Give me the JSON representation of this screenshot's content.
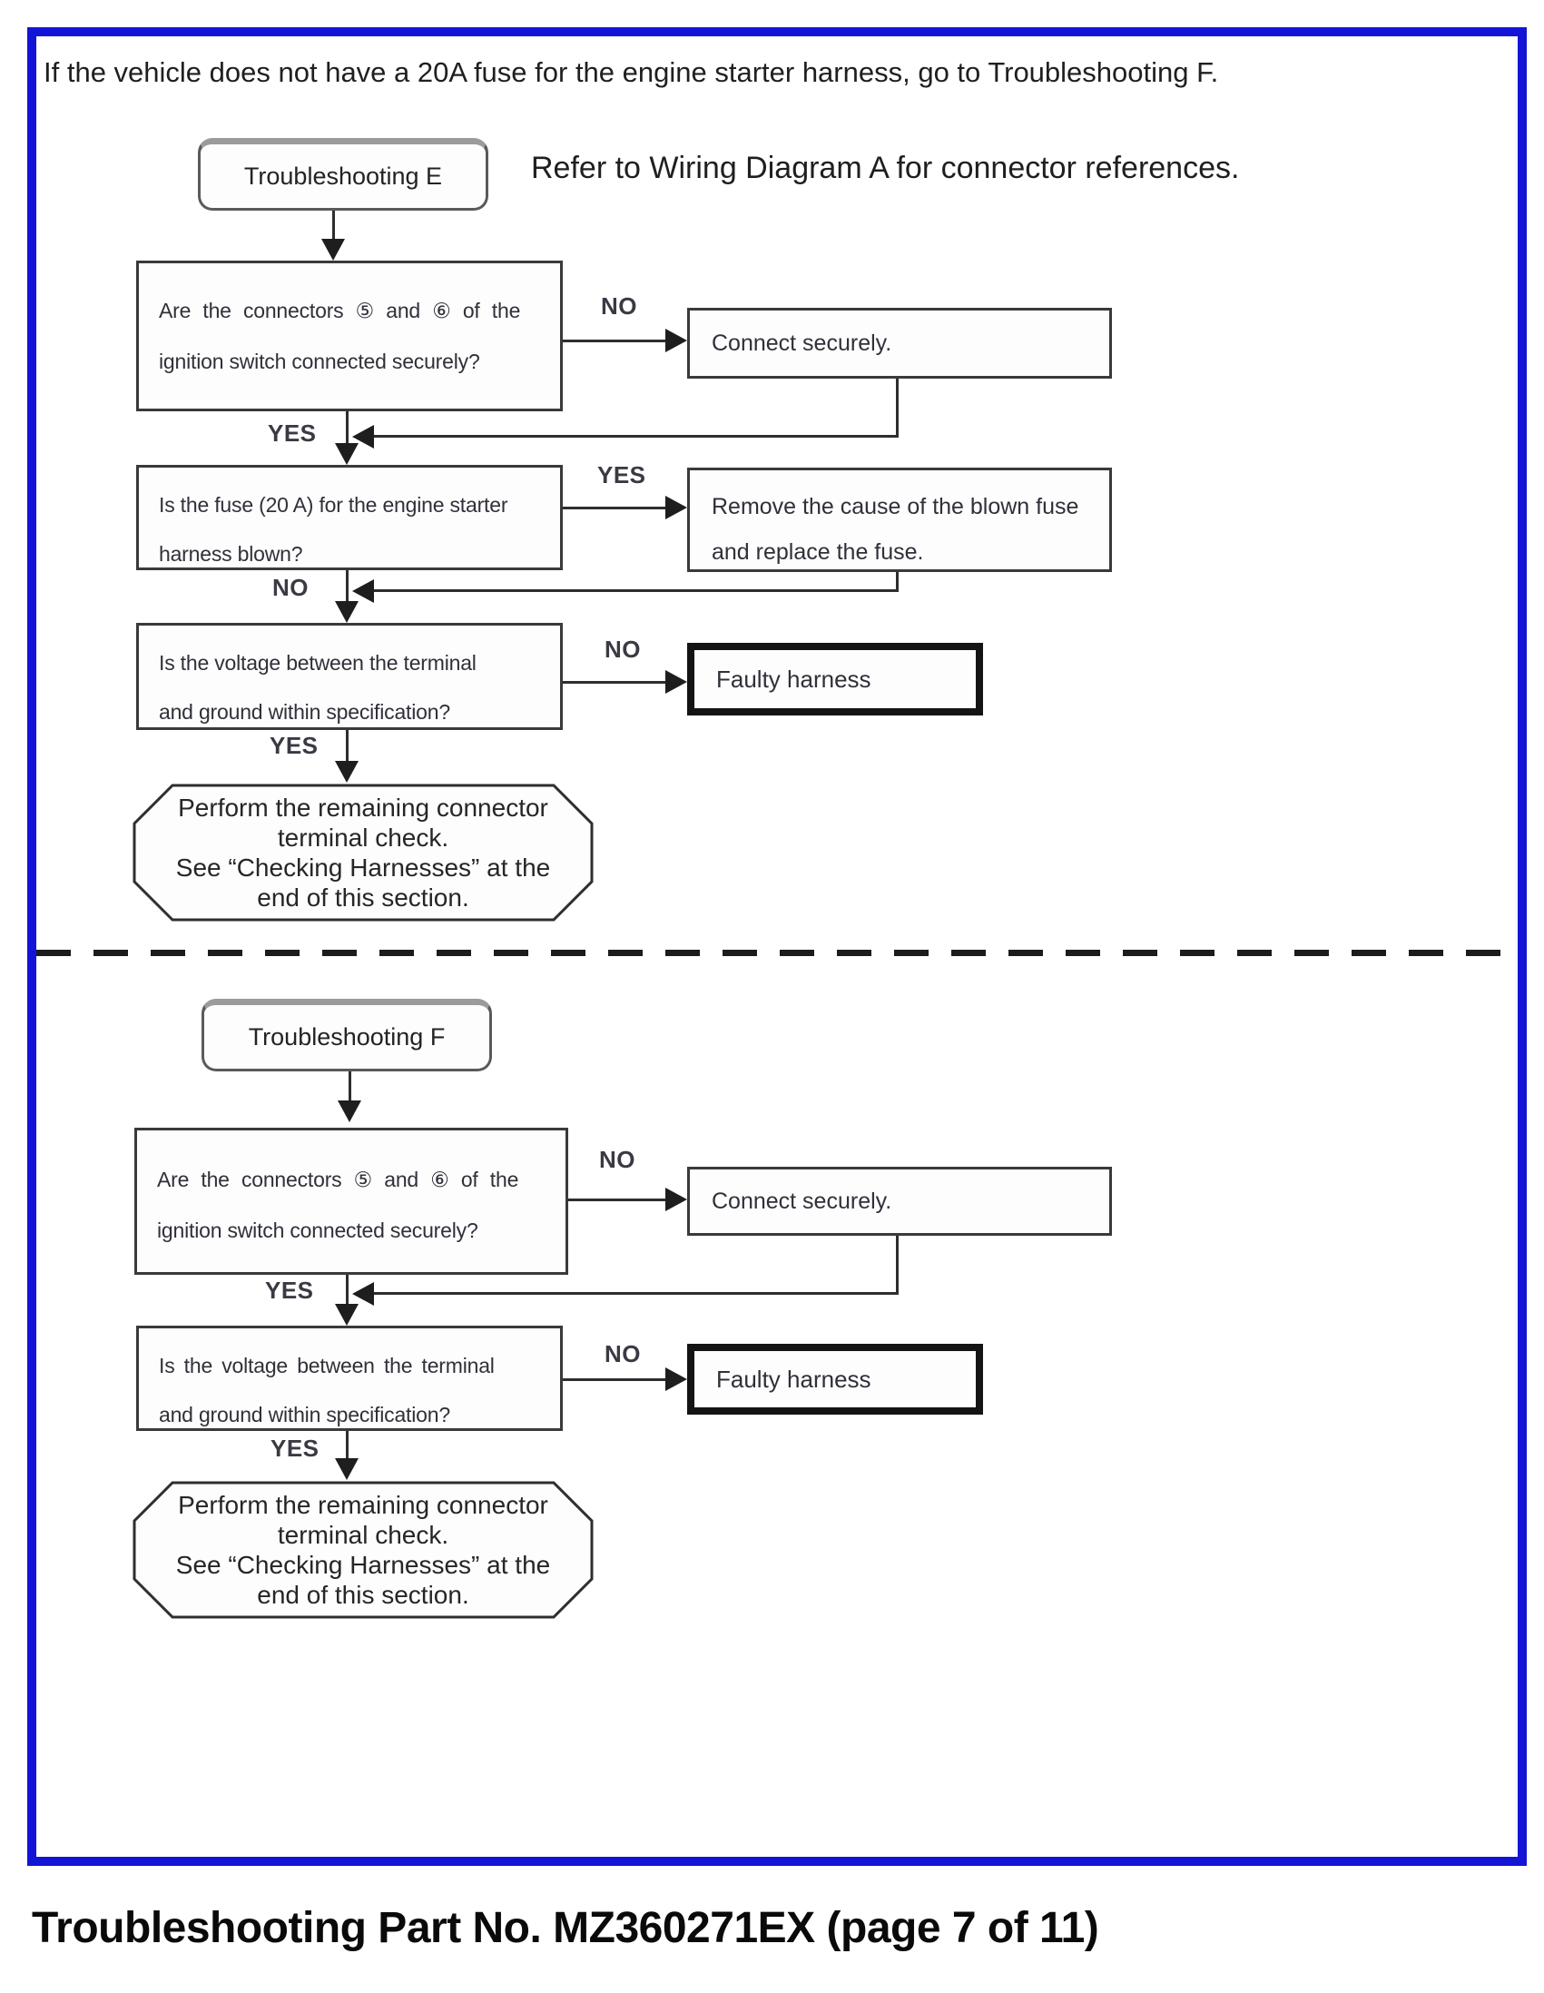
{
  "page": {
    "intro": "If the vehicle does not have a 20A fuse for the engine starter harness, go to Troubleshooting F.",
    "note": "Refer to Wiring Diagram A for connector references.",
    "caption": "Troubleshooting Part No. MZ360271EX (page 7 of 11)"
  },
  "labels": {
    "yes": "YES",
    "no": "NO"
  },
  "chart_e": {
    "title": "Troubleshooting E",
    "q_connectors": {
      "line1": "Are the connectors ⑤ and ⑥ of the",
      "line2": "ignition switch connected securely?"
    },
    "a_connect": "Connect securely.",
    "q_fuse": {
      "line1": "Is the fuse (20 A) for the engine starter",
      "line2": "harness blown?"
    },
    "a_fuse": {
      "line1": "Remove the cause of the blown fuse",
      "line2": "and replace the fuse."
    },
    "q_voltage": {
      "line1": "Is the voltage between the terminal",
      "line2": "and ground within specification?"
    },
    "a_faulty": "Faulty harness",
    "terminal": {
      "line1": "Perform the remaining connector",
      "line2": "terminal check.",
      "line3": "See “Checking Harnesses” at the",
      "line4": "end of this section."
    }
  },
  "chart_f": {
    "title": "Troubleshooting F",
    "q_connectors": {
      "line1": "Are the connectors ⑤ and ⑥ of the",
      "line2": "ignition switch connected securely?"
    },
    "a_connect": "Connect securely.",
    "q_voltage": {
      "line1": "Is the voltage between the terminal",
      "line2": "and ground within specification?"
    },
    "a_faulty": "Faulty harness",
    "terminal": {
      "line1": "Perform the remaining connector",
      "line2": "terminal check.",
      "line3": "See “Checking Harnesses” at the",
      "line4": "end of this section."
    }
  }
}
